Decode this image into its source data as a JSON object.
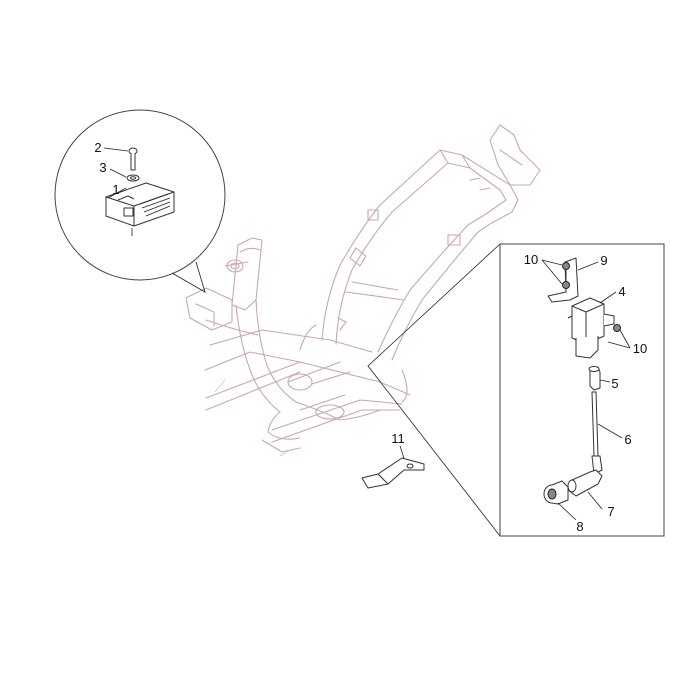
{
  "callouts": {
    "c1": "1",
    "c2": "2",
    "c3": "3",
    "c4": "4",
    "c5": "5",
    "c6": "6",
    "c7": "7",
    "c8": "8",
    "c9": "9",
    "c10a": "10",
    "c10b": "10",
    "c11": "11"
  },
  "colors": {
    "frame_stroke": "#c9a8ab",
    "part_stroke": "#333333",
    "background": "#ffffff"
  }
}
